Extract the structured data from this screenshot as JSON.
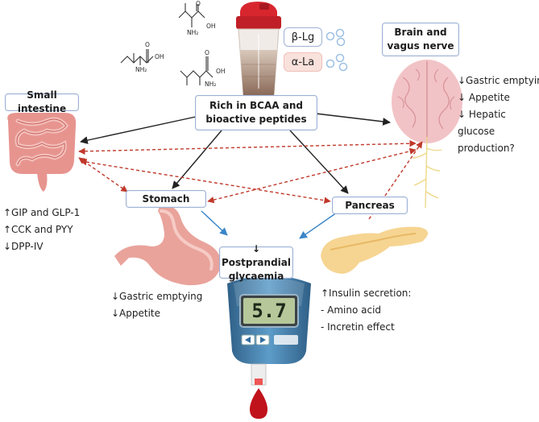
{
  "center": {
    "rich_label": "Rich in BCAA and bioactive peptides",
    "protein_1": "β-Lg",
    "protein_2": "α-La",
    "outcome": "↓ Postprandial glycaemia"
  },
  "organs": {
    "small_intestine": {
      "title": "Small intestine",
      "effects": [
        "↑GIP and GLP-1",
        "↑CCK and PYY",
        "↓DPP-IV"
      ]
    },
    "stomach": {
      "title": "Stomach",
      "effects": [
        "↓Gastric emptying",
        "↓Appetite"
      ]
    },
    "pancreas": {
      "title": "Pancreas",
      "effects": [
        "↑Insulin secretion:",
        "- Amino acid",
        "- Incretin effect"
      ]
    },
    "brain": {
      "title": "Brain and vagus nerve",
      "effects": [
        "↓Gastric emptying",
        "↓ Appetite",
        "↓ Hepatic glucose production?"
      ]
    }
  },
  "glucometer": {
    "reading": "5.7"
  },
  "molecules": {
    "nh2": "NH₂",
    "oh": "OH",
    "o": "O"
  },
  "colors": {
    "box_border": "#9fb2d4",
    "black_arrow": "#222222",
    "blue_arrow": "#3a86c8",
    "dashed_arrow": "#c0392b",
    "blood": "#c0121b"
  }
}
